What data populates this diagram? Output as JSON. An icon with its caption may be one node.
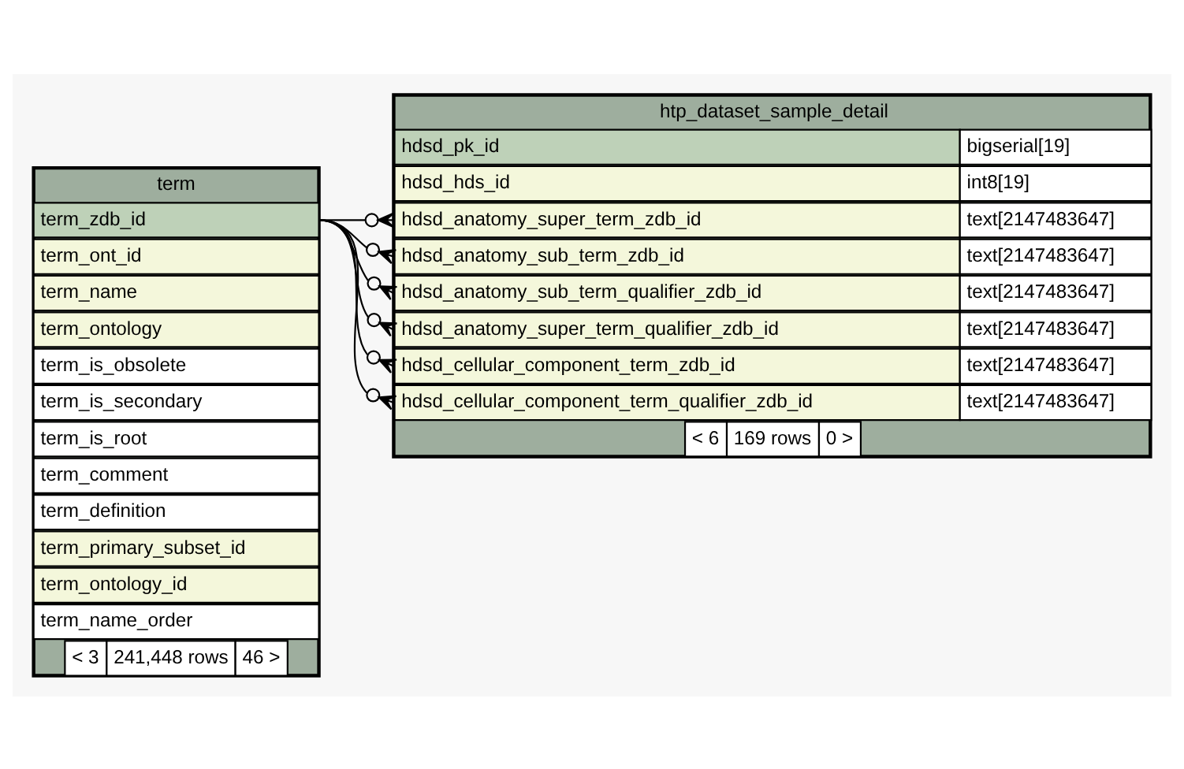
{
  "diagram": {
    "nodes": [
      {
        "text": [
          "htp_dataset_sample_detail"
        ]
      },
      {
        "text": [
          "hdsd_pk_id",
          "bigserial[19]"
        ],
        "in": 0
      },
      {
        "text": [
          "hdsd_hds_id",
          "int8[19]"
        ],
        "in": 0
      },
      {
        "text": [
          "hdsd_anatomy_super_term_zdb_id",
          "text[2147483647]"
        ],
        "in": 0
      },
      {
        "text": [
          "hdsd_anatomy_sub_term_zdb_id",
          "text[2147483647]"
        ],
        "in": 0
      },
      {
        "text": [
          "hdsd_anatomy_sub_term_qualifier_zdb_id",
          "text[2147483647]"
        ],
        "in": 0
      },
      {
        "text": [
          "hdsd_anatomy_super_term_qualifier_zdb_id",
          "text[2147483647]"
        ],
        "in": 0
      },
      {
        "text": [
          "hdsd_cellular_component_term_zdb_id",
          "text[2147483647]"
        ],
        "in": 0
      },
      {
        "text": [
          "hdsd_cellular_component_term_qualifier_zdb_id",
          "text[2147483647]"
        ],
        "in": 0
      },
      {
        "text": [
          "< 6",
          "169 rows",
          "0 >"
        ],
        "in": 0
      },
      {
        "text": [
          "term"
        ]
      },
      {
        "text": [
          "term_zdb_id"
        ],
        "in": 10
      },
      {
        "text": [
          "term_ont_id"
        ],
        "in": 10
      },
      {
        "text": [
          "term_name"
        ],
        "in": 10
      },
      {
        "text": [
          "term_ontology"
        ],
        "in": 10
      },
      {
        "text": [
          "term_is_obsolete"
        ],
        "in": 10
      },
      {
        "text": [
          "term_is_secondary"
        ],
        "in": 10
      },
      {
        "text": [
          "term_is_root"
        ],
        "in": 10
      },
      {
        "text": [
          "term_comment"
        ],
        "in": 10
      },
      {
        "text": [
          "term_definition"
        ],
        "in": 10
      },
      {
        "text": [
          "term_primary_subset_id"
        ],
        "in": 10
      },
      {
        "text": [
          "term_ontology_id"
        ],
        "in": 10
      },
      {
        "text": [
          "term_name_order"
        ],
        "in": 10
      },
      {
        "text": [
          "< 3",
          "241,448 rows",
          "46 >"
        ],
        "in": 10
      }
    ],
    "edges": [
      {
        "from": 3,
        "to": 11,
        "arrow": "other"
      },
      {
        "from": 4,
        "to": 11,
        "arrow": "other"
      },
      {
        "from": 5,
        "to": 11,
        "arrow": "other"
      },
      {
        "from": 6,
        "to": 11,
        "arrow": "other"
      },
      {
        "from": 7,
        "to": 11,
        "arrow": "other"
      },
      {
        "from": 8,
        "to": 11,
        "arrow": "other"
      }
    ]
  }
}
